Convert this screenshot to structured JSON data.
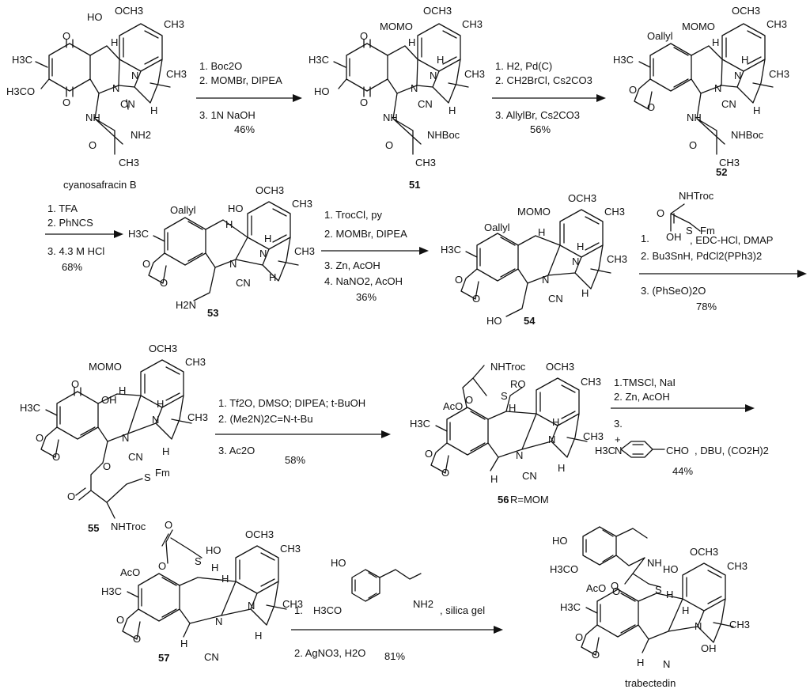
{
  "compounds": [
    {
      "id": "cyanosafracin",
      "label": "cyanosafracin B",
      "bold": false,
      "atoms": [
        "OCH3",
        "HO",
        "CH3",
        "H3C",
        "O",
        "H",
        "N",
        "CH3",
        "H3CO",
        "O",
        "N",
        "CN",
        "NH",
        "O",
        "NH2",
        "CH3",
        "H"
      ]
    },
    {
      "id": "c51",
      "label": "51",
      "bold": true,
      "atoms": [
        "OCH3",
        "MOMO",
        "CH3",
        "H3C",
        "O",
        "H",
        "N",
        "CH3",
        "HO",
        "O",
        "N",
        "CN",
        "H",
        "NH",
        "O",
        "NHBoc",
        "CH3",
        "H"
      ]
    },
    {
      "id": "c52",
      "label": "52",
      "bold": true,
      "atoms": [
        "OCH3",
        "MOMO",
        "Oallyl",
        "CH3",
        "H3C",
        "H",
        "N",
        "CH3",
        "O",
        "O",
        "N",
        "CN",
        "H",
        "NH",
        "O",
        "NHBoc",
        "CH3",
        "H"
      ]
    },
    {
      "id": "c53",
      "label": "53",
      "bold": true,
      "atoms": [
        "OCH3",
        "HO",
        "Oallyl",
        "CH3",
        "H3C",
        "H",
        "N",
        "CH3",
        "O",
        "O",
        "N",
        "CN",
        "H",
        "H2N",
        "H"
      ]
    },
    {
      "id": "c54",
      "label": "54",
      "bold": true,
      "atoms": [
        "OCH3",
        "MOMO",
        "Oallyl",
        "CH3",
        "H3C",
        "H",
        "N",
        "CH3",
        "O",
        "O",
        "N",
        "CN",
        "H",
        "HO",
        "H"
      ]
    },
    {
      "id": "c55",
      "label": "55",
      "bold": true,
      "atoms": [
        "OCH3",
        "MOMO",
        "O",
        "OH",
        "CH3",
        "H3C",
        "H",
        "N",
        "CH3",
        "O",
        "O",
        "N",
        "CN",
        "H",
        "O",
        "O",
        "S",
        "Fm",
        "NHTroc",
        "H"
      ]
    },
    {
      "id": "c56",
      "label": "56",
      "bold": true,
      "atoms": [
        "NHTroc",
        "OCH3",
        "RO",
        "CH3",
        "AcO",
        "O",
        "S",
        "H3C",
        "H",
        "N",
        "CH3",
        "O",
        "O",
        "N",
        "CN",
        "H",
        "H",
        "H"
      ]
    },
    {
      "id": "c57",
      "label": "57",
      "bold": true,
      "atoms": [
        "O",
        "OCH3",
        "HO",
        "O",
        "S",
        "CH3",
        "AcO",
        "H3C",
        "H",
        "H",
        "N",
        "CH3",
        "O",
        "O",
        "N",
        "CN",
        "H",
        "H"
      ]
    },
    {
      "id": "trabectedin",
      "label": "trabectedin",
      "bold": false,
      "atoms": [
        "HO",
        "H3CO",
        "NH",
        "O",
        "OCH3",
        "HO",
        "O",
        "S",
        "CH3",
        "AcO",
        "H3C",
        "H",
        "N",
        "CH3",
        "O",
        "O",
        "N",
        "OH",
        "H",
        "H"
      ]
    }
  ],
  "label_56_suffix": " R=MOM",
  "steps": [
    {
      "id": "step1",
      "above": [
        "1. Boc2O",
        "2. MOMBr, DIPEA"
      ],
      "below": [
        "3. 1N NaOH",
        "46%"
      ]
    },
    {
      "id": "step2",
      "above": [
        "1. H2, Pd(C)",
        "2. CH2BrCl, Cs2CO3"
      ],
      "below": [
        "3. AllylBr, Cs2CO3",
        "56%"
      ]
    },
    {
      "id": "step3",
      "above": [
        "1. TFA",
        "2. PhNCS"
      ],
      "below": [
        "3. 4.3 M HCl",
        "68%"
      ]
    },
    {
      "id": "step4",
      "above": [
        "1. TrocCl, py",
        "2. MOMBr, DIPEA"
      ],
      "below": [
        "3. Zn, AcOH",
        "4. NaNO2, AcOH",
        "36%"
      ]
    },
    {
      "id": "step5",
      "reagent_atoms": [
        "NHTroc",
        "O",
        "OH",
        "S",
        "Fm"
      ],
      "above": [
        "1.",
        ", EDC-HCl, DMAP",
        "2. Bu3SnH, PdCl2(PPh3)2"
      ],
      "below": [
        "3. (PhSeO)2O",
        "78%"
      ]
    },
    {
      "id": "step6",
      "above": [
        "1. Tf2O, DMSO;  DIPEA; t-BuOH",
        "2.  (Me2N)2C=N-t-Bu"
      ],
      "below": [
        "3. Ac2O",
        "58%"
      ]
    },
    {
      "id": "step7",
      "above": [
        "1.TMSCl, NaI",
        "2. Zn, AcOH"
      ],
      "below": [
        "3.",
        "H3C",
        "N",
        "+",
        "CHO",
        ", DBU, (CO2H)2",
        "44%"
      ]
    },
    {
      "id": "step8",
      "reagent_atoms": [
        "HO",
        "H3CO",
        "NH2"
      ],
      "above": [
        "1.",
        ", silica gel"
      ],
      "below": [
        "2. AgNO3, H2O",
        "81%"
      ]
    }
  ]
}
